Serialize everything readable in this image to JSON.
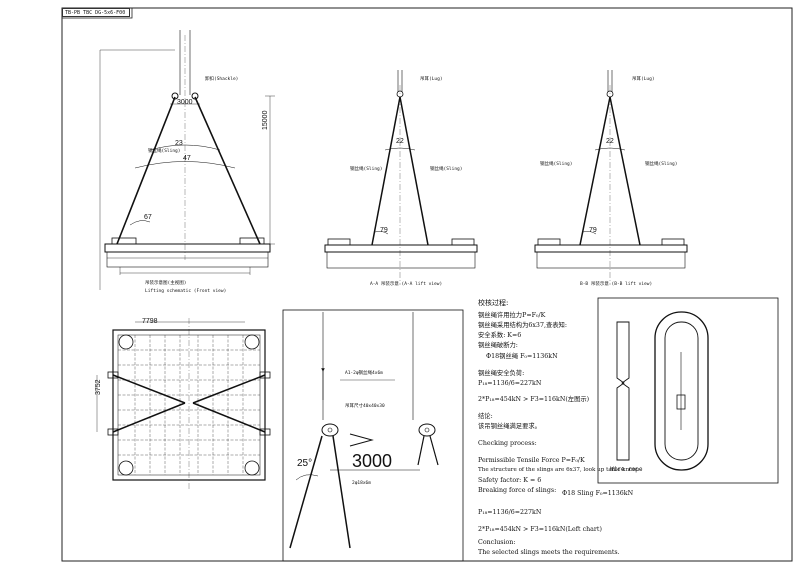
{
  "title_block": "TB-PB TBC DG-5x6-F00",
  "views": {
    "main_caption_1": "吊装示意图(主视图)",
    "main_caption_2": "Lifting schematic (Front view)",
    "side_caption_a": "A-A 吊装示意 (A-A lift view)",
    "side_caption_b": "B-B 吊装示意 (B-B lift view)"
  },
  "dimensions": {
    "top_width": "3000",
    "height": "15000",
    "angle_half": "23",
    "angle_full": "47",
    "angle_base": "67",
    "side_angle": "22",
    "side_base_angle": "79",
    "plan_width": "7798",
    "plan_side": "3752",
    "detail_width": "3000",
    "detail_angle": "25°"
  },
  "labels": {
    "shackle": "卸扣(Shackle)",
    "sling": "钢丝绳(Sling)",
    "lifting_lug": "吊耳(Lug)",
    "sling_spec_a": "A1-2φ钢丝绳4x6m",
    "sling_spec_b": "吊耳尺寸40x40x30",
    "wire_spec": "2φ18x6m",
    "wire_rope": "Wire rope"
  },
  "calc": {
    "title": "校核过程:",
    "cn_1": "钢丝绳许用拉力P=F₀/K",
    "cn_2": "钢丝绳采用结构为6x37,查表知:",
    "cn_3": "安全系数: K=6",
    "cn_4": "钢丝绳破断力:",
    "cn_5": "Φ18钢丝绳 F₀=1136kN",
    "cn_6": "钢丝绳安全负荷:",
    "cn_7": "P₁₈=1136/6=227kN",
    "cn_8": "2*P₁₈=454kN > F3=116kN(左图示)",
    "cn_9": "结论:",
    "cn_10": "该吊钢丝绳满足要求。",
    "en_1": "Checking process:",
    "en_2": "Permissible Tensile Force P=F₀/K",
    "en_3": "The structure of the slings are 6x37, look up table know:",
    "en_4": "Safety factor: K = 6",
    "en_5": "Breaking force of slings:",
    "en_6": "Φ18 Sling F₀=1136kN",
    "en_7": "P₁₈=1136/6=227kN",
    "en_8": "2*P₁₈=454kN > F3=116kN(Left chart)",
    "en_9": "Conclusion:",
    "en_10": "The selected slings meets the requirements."
  }
}
